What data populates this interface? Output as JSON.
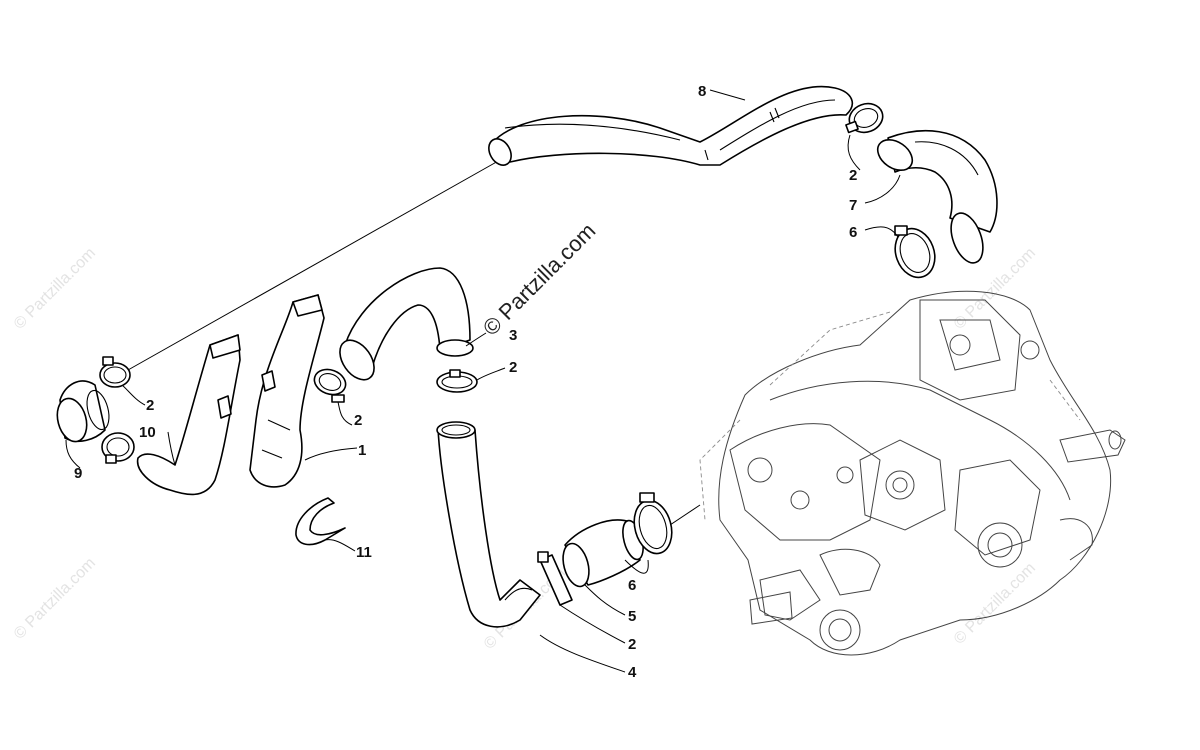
{
  "watermark": {
    "center_text": "© Partzilla.com",
    "tile_text": "© Partzilla.com"
  },
  "callouts": {
    "c1": "1",
    "c2a": "2",
    "c2b": "2",
    "c2c": "2",
    "c2d": "2",
    "c2e": "2",
    "c3": "3",
    "c4": "4",
    "c5": "5",
    "c6a": "6",
    "c6b": "6",
    "c7": "7",
    "c8": "8",
    "c9": "9",
    "c10": "10",
    "c11": "11"
  },
  "colors": {
    "line": "#000000",
    "watermark": "#e3e3e3",
    "background": "#ffffff"
  }
}
